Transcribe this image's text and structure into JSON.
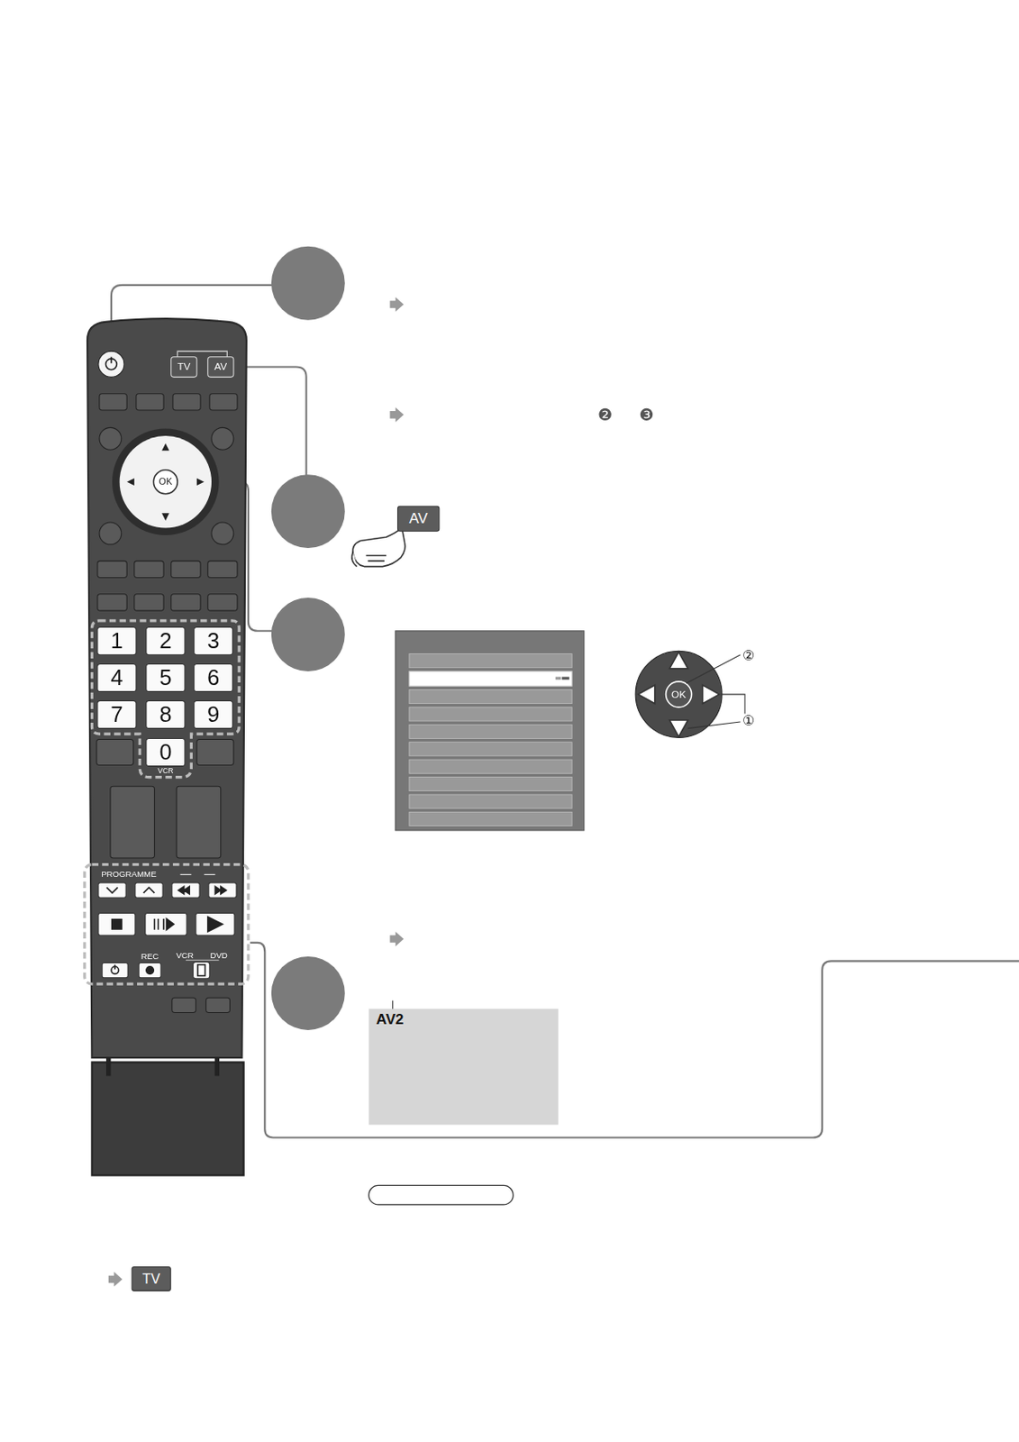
{
  "diagram": {
    "nodes": [
      {
        "text": [
          "AV"
        ]
      },
      {
        "text": [
          "AV2"
        ]
      },
      {
        "text": [
          "TV"
        ]
      }
    ],
    "labels": [
      "TV",
      "AV",
      "OK",
      "1",
      "2",
      "3",
      "4",
      "5",
      "6",
      "7",
      "8",
      "9",
      "0",
      "VCR",
      "PROGRAMME",
      "REC",
      "VCR",
      "DVD",
      "❷",
      "❸",
      "OK",
      "②",
      "①"
    ]
  }
}
